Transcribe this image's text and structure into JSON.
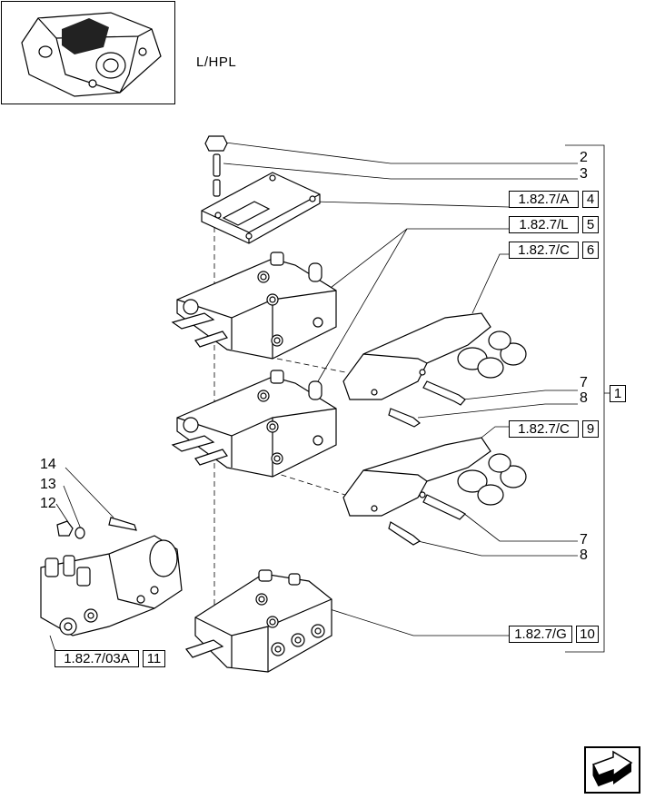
{
  "header": {
    "variant_label": "L/HPL"
  },
  "callouts": {
    "top_nut": "2",
    "stud": "3",
    "cover_ref": "1.82.7/A",
    "cover_no": "4",
    "valve_ref": "1.82.7/L",
    "valve_no": "5",
    "coupler_ref_upper": "1.82.7/C",
    "coupler_no_upper": "6",
    "screw_upper_a": "7",
    "screw_upper_b": "8",
    "assembly_no": "1",
    "coupler_ref_lower": "1.82.7/C",
    "coupler_no_lower": "9",
    "screw_lower_a": "7",
    "screw_lower_b": "8",
    "end_ref": "1.82.7/G",
    "end_no": "10",
    "side_screw": "14",
    "side_washer": "13",
    "side_plug": "12",
    "side_ref": "1.82.7/03A",
    "side_no": "11"
  },
  "icons": {
    "nav": "next-page-arrow-icon",
    "thumb": "assembly-thumbnail-icon"
  }
}
